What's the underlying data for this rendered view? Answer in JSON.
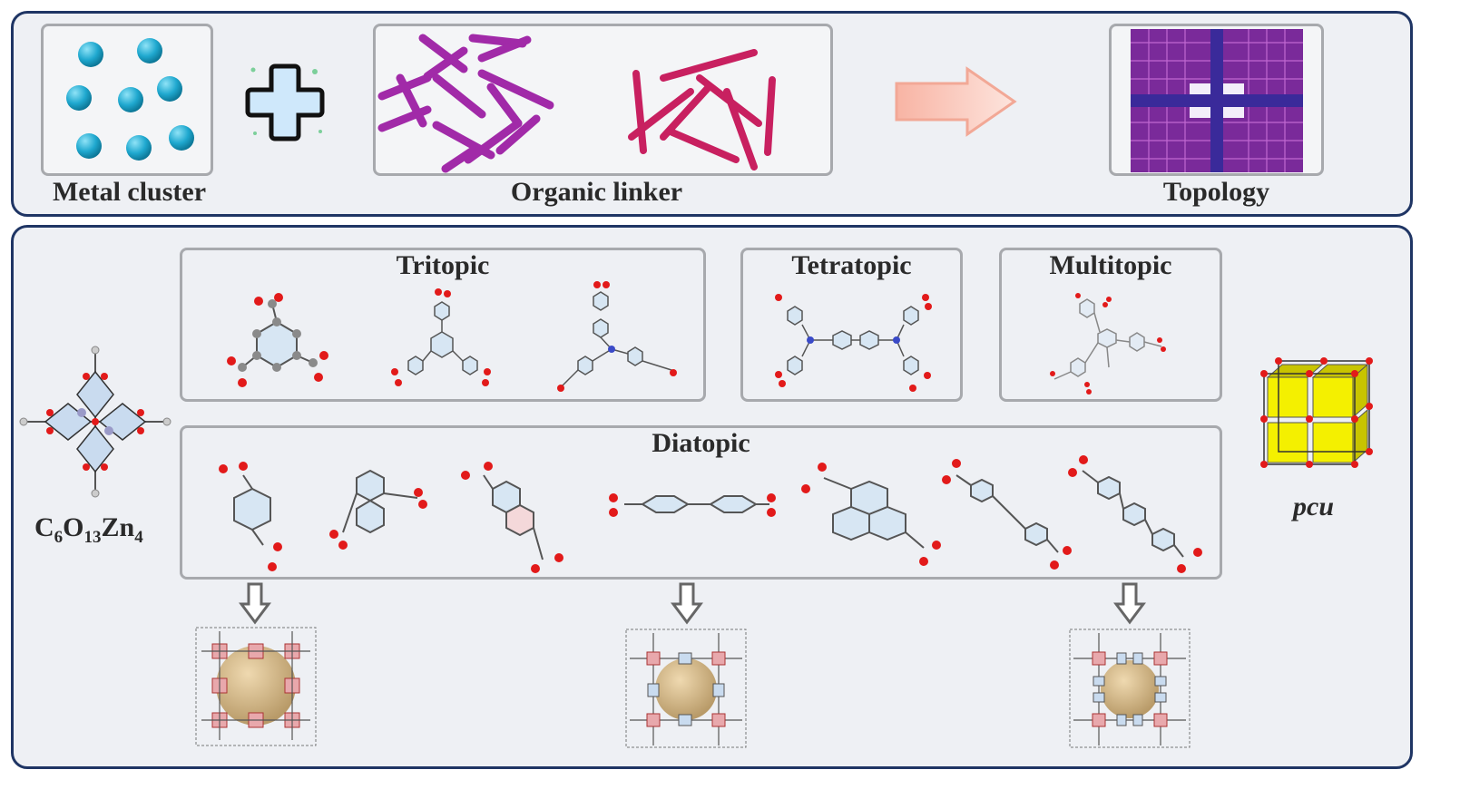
{
  "top": {
    "metal_cluster_label": "Metal cluster",
    "organic_linker_label": "Organic linker",
    "topology_label": "Topology"
  },
  "bottom": {
    "tritopic_title": "Tritopic",
    "tetratopic_title": "Tetratopic",
    "multitopic_title": "Multitopic",
    "diatopic_title": "Diatopic",
    "formula": {
      "c": "C",
      "c_sub": "6",
      "o": "O",
      "o_sub": "13",
      "zn": "Zn",
      "zn_sub": "4"
    },
    "pcu_label": "pcu"
  },
  "colors": {
    "panel_border": "#1f3564",
    "panel_fill": "#eef0f4",
    "metal_sphere": "#21a9d0",
    "linker_purple": "#a12aa8",
    "linker_red": "#c82060",
    "oxygen": "#e21a1a",
    "carbon": "#8a8a8a",
    "ring_fill": "#d7e6f3",
    "cube_yellow": "#f4f000"
  }
}
